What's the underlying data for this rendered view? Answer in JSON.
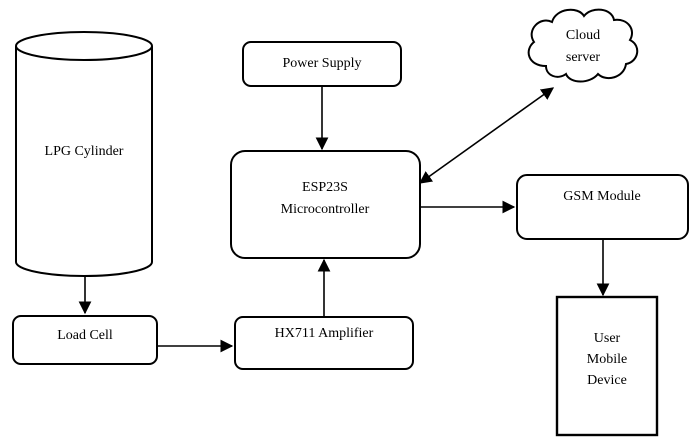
{
  "nodes": {
    "lpg_cylinder": {
      "label": "LPG Cylinder"
    },
    "power_supply": {
      "label": "Power Supply"
    },
    "cloud_server": {
      "label_line1": "Cloud",
      "label_line2": "server"
    },
    "esp": {
      "label_line1": "ESP23S",
      "label_line2": "Microcontroller"
    },
    "gsm": {
      "label": "GSM Module"
    },
    "load_cell": {
      "label": "Load Cell"
    },
    "hx711": {
      "label": "HX711 Amplifier"
    },
    "user_device": {
      "label_line1": "User",
      "label_line2": "Mobile",
      "label_line3": "Device"
    }
  },
  "edges": [
    {
      "from": "lpg_cylinder",
      "to": "load_cell"
    },
    {
      "from": "load_cell",
      "to": "hx711"
    },
    {
      "from": "hx711",
      "to": "esp"
    },
    {
      "from": "power_supply",
      "to": "esp"
    },
    {
      "from": "esp",
      "to": "cloud_server",
      "bidirectional": true
    },
    {
      "from": "esp",
      "to": "gsm"
    },
    {
      "from": "gsm",
      "to": "user_device"
    }
  ]
}
